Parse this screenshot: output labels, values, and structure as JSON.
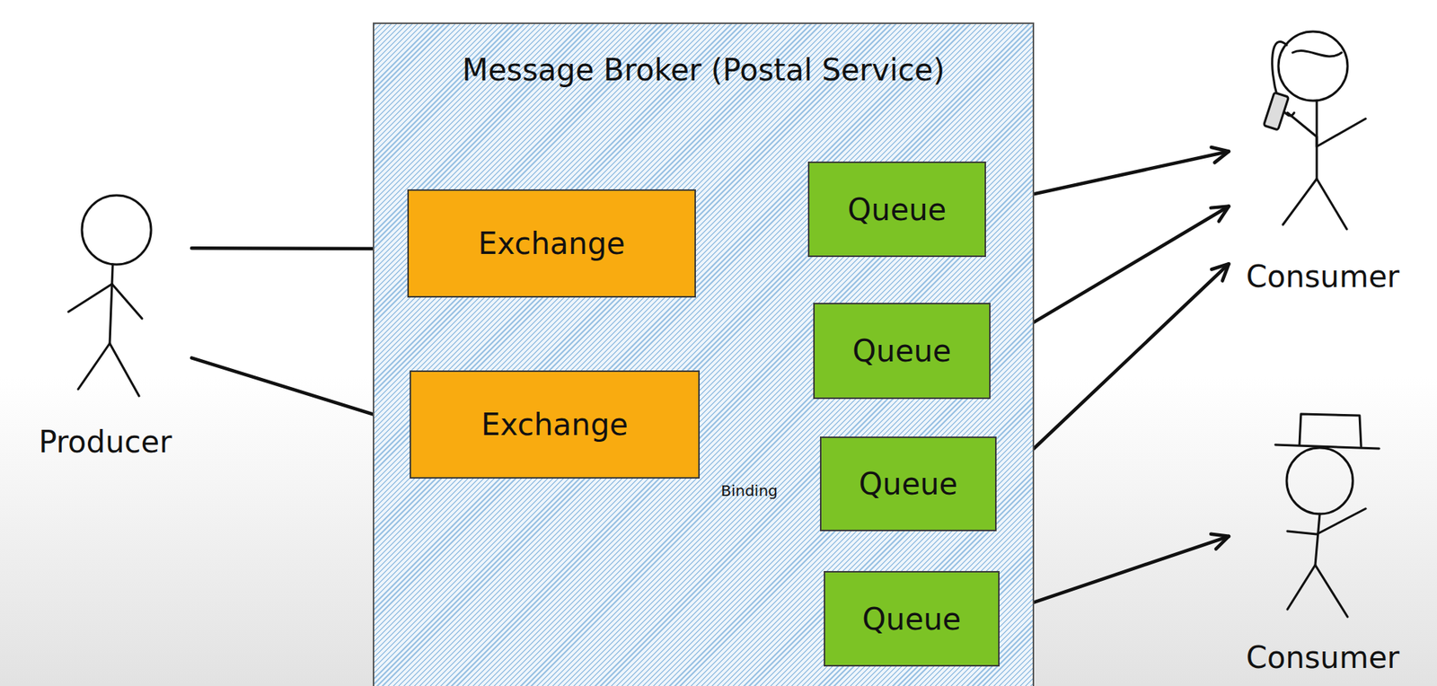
{
  "diagram": {
    "nodes": [
      {
        "text": [
          "Producer"
        ]
      },
      {
        "text": [
          "Message Broker (Postal Service)"
        ]
      },
      {
        "text": [
          "Exchange"
        ],
        "in": 1
      },
      {
        "text": [
          "Exchange"
        ],
        "in": 1
      },
      {
        "text": [
          "Queue"
        ],
        "in": 1
      },
      {
        "text": [
          "Queue"
        ],
        "in": 1
      },
      {
        "text": [
          "Queue"
        ],
        "in": 1
      },
      {
        "text": [
          "Queue"
        ],
        "in": 1
      },
      {
        "text": [
          "Consumer"
        ]
      },
      {
        "text": [
          "Consumer"
        ]
      }
    ],
    "edges": [
      {
        "from": 0,
        "to": 2,
        "arrow": "to"
      },
      {
        "from": 0,
        "to": 3,
        "arrow": "to"
      },
      {
        "from": 2,
        "to": 4,
        "arrow": "to"
      },
      {
        "from": 2,
        "to": 5,
        "arrow": "to"
      },
      {
        "from": 3,
        "to": 5,
        "arrow": "to"
      },
      {
        "from": 3,
        "to": 6,
        "label": "Binding",
        "arrow": "to"
      },
      {
        "from": 4,
        "to": 8,
        "arrow": "to"
      },
      {
        "from": 5,
        "to": 8,
        "arrow": "to"
      },
      {
        "from": 6,
        "to": 8,
        "arrow": "to"
      },
      {
        "from": 7,
        "to": 9,
        "arrow": "to"
      }
    ]
  }
}
